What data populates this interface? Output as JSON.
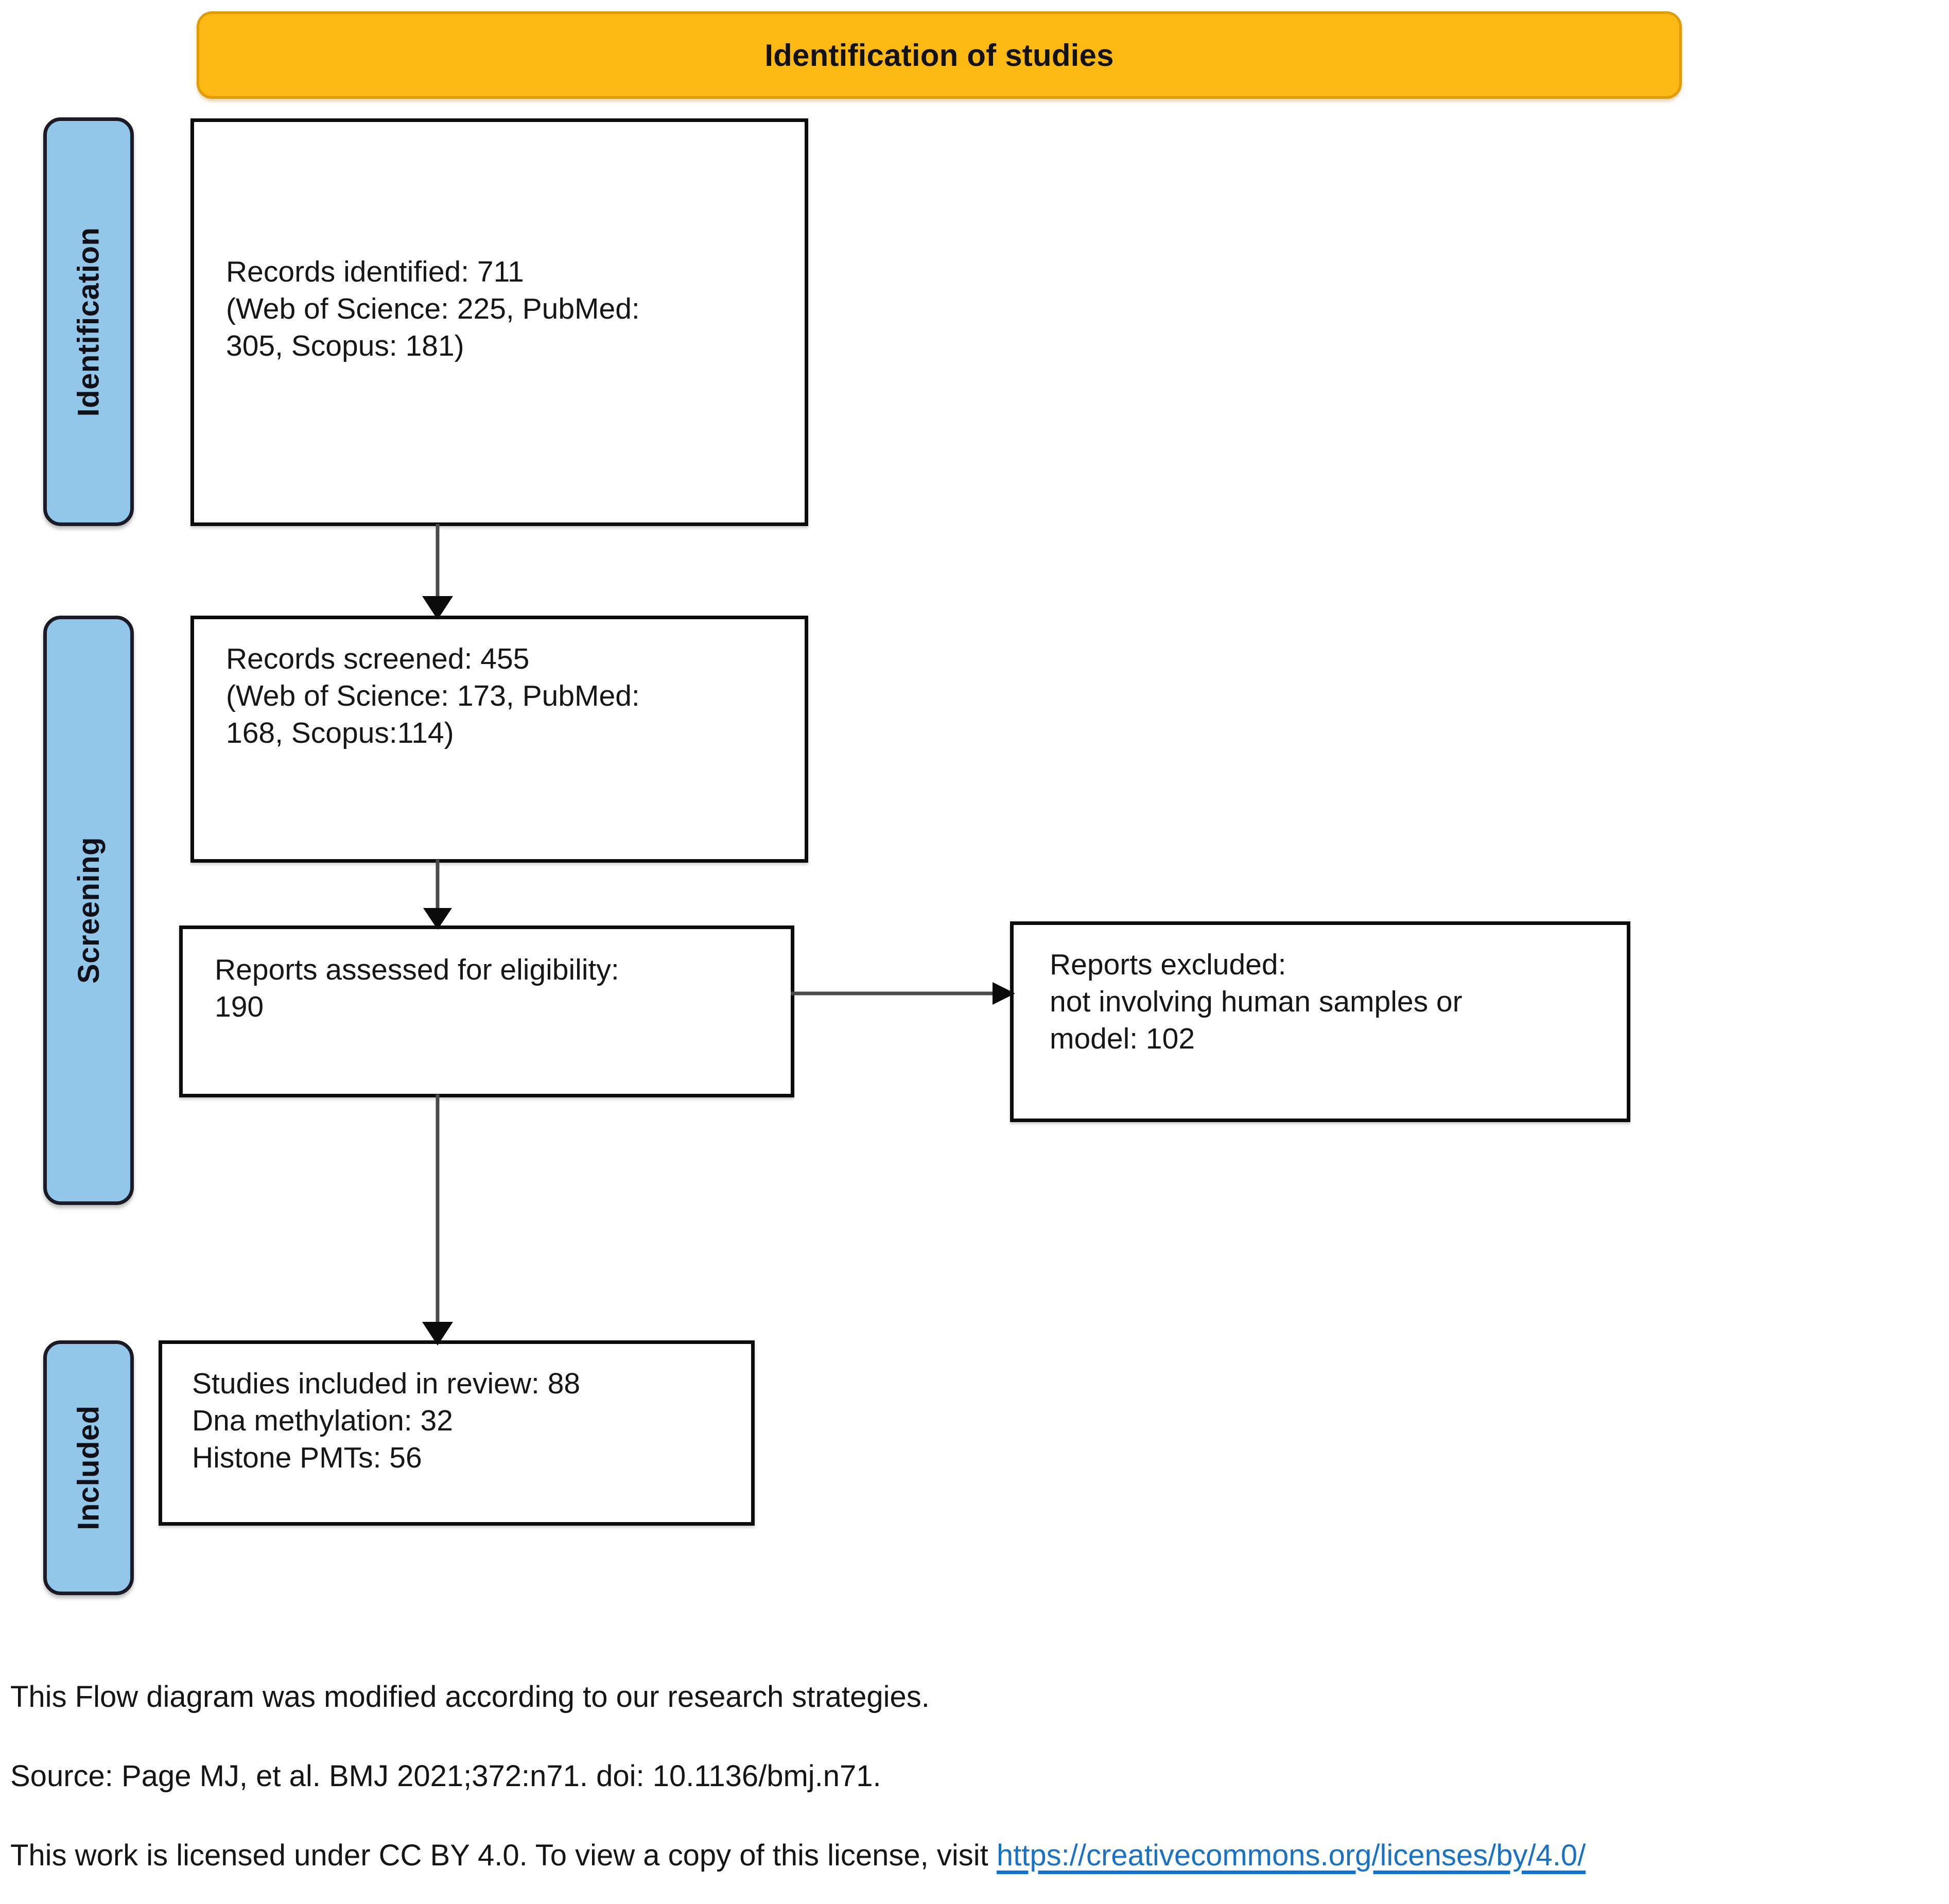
{
  "header": {
    "title": "Identification of studies",
    "background_color": "#fcb813",
    "border_color": "#e09b05"
  },
  "stages": [
    {
      "id": "identification",
      "label": "Identification",
      "color": "#93c7ea"
    },
    {
      "id": "screening",
      "label": "Screening",
      "color": "#93c7ea"
    },
    {
      "id": "included",
      "label": "Included",
      "color": "#93c7ea"
    }
  ],
  "boxes": {
    "identified": {
      "text": "Records identified: 711\n(Web of Science: 225, PubMed:\n305, Scopus: 181)",
      "total": 711,
      "sources": {
        "web_of_science": 225,
        "pubmed": 305,
        "scopus": 181
      }
    },
    "screened": {
      "text": "Records screened: 455\n(Web of Science: 173, PubMed:\n168, Scopus:114)",
      "total": 455,
      "sources": {
        "web_of_science": 173,
        "pubmed": 168,
        "scopus": 114
      }
    },
    "eligibility": {
      "text": "Reports assessed for eligibility:\n190",
      "total": 190
    },
    "excluded": {
      "text": "Reports excluded:\nnot involving human samples or\nmodel: 102",
      "total": 102
    },
    "included": {
      "text": "Studies included in review: 88\nDna methylation: 32\nHistone PMTs: 56",
      "total": 88,
      "dna_methylation": 32,
      "histone_pmts": 56
    }
  },
  "footer": {
    "line1": "This Flow diagram was modified according to our research strategies.",
    "line2": "Source: Page MJ, et al. BMJ 2021;372:n71. doi: 10.1136/bmj.n71.",
    "line3_prefix": "This work is licensed under CC BY 4.0. To view a copy of this license, visit ",
    "link_text": "https://creativecommons.org/licenses/by/4.0/",
    "link_color": "#1a72c4"
  }
}
